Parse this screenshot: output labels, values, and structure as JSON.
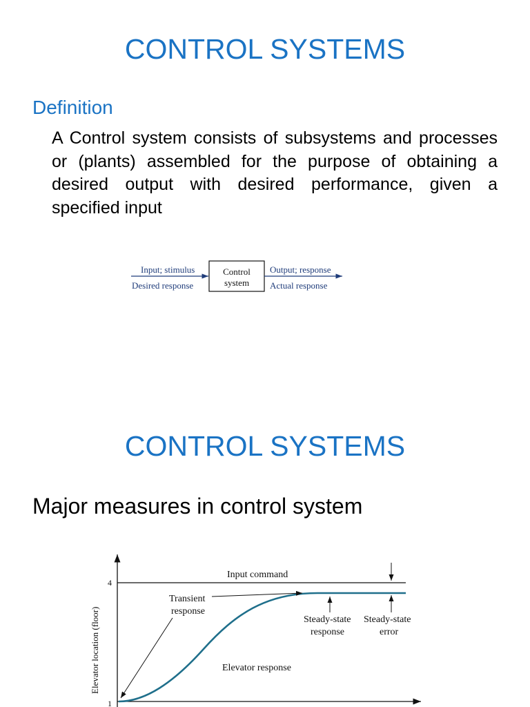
{
  "slide1": {
    "title": "CONTROL SYSTEMS",
    "subhead": "Definition",
    "definition": "A Control system consists of subsystems and processes or (plants) assembled for the purpose of obtaining a desired output with desired performance, given a specified input"
  },
  "block_diagram": {
    "input_top": "Input; stimulus",
    "input_bottom": "Desired response",
    "box_line1": "Control",
    "box_line2": "system",
    "output_top": "Output; response",
    "output_bottom": "Actual response"
  },
  "slide2": {
    "title": "CONTROL SYSTEMS",
    "heading": "Major measures in control system"
  },
  "graph": {
    "ylabel": "Elevator location (floor)",
    "y_tick_top": "4",
    "y_tick_bottom": "1",
    "input_command": "Input command",
    "transient_1": "Transient",
    "transient_2": "response",
    "steady_resp_1": "Steady-state",
    "steady_resp_2": "response",
    "steady_err_1": "Steady-state",
    "steady_err_2": "error",
    "elevator_response": "Elevator response",
    "colors": {
      "curve": "#1f6f8b",
      "axis": "#111111"
    }
  }
}
